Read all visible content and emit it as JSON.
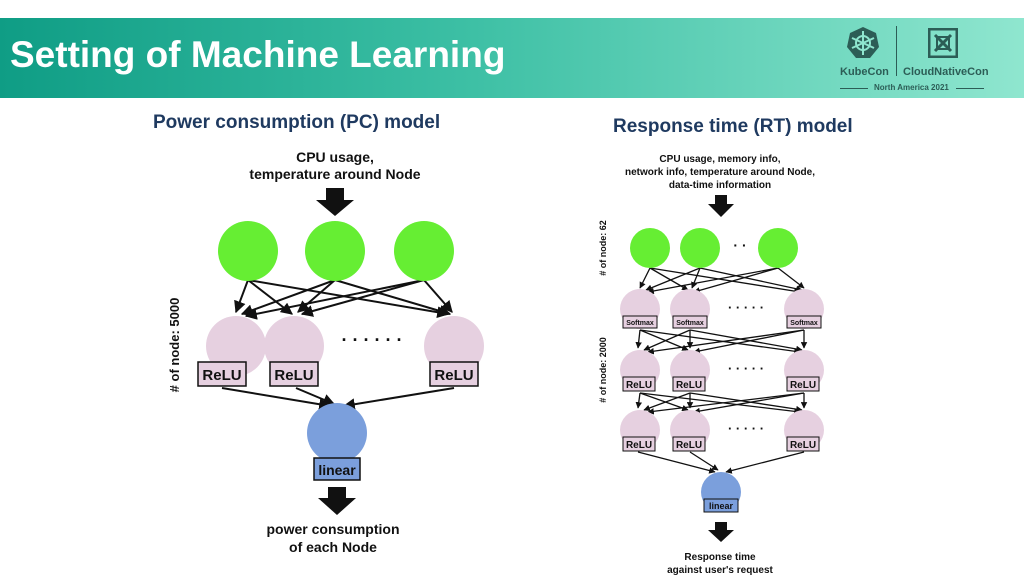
{
  "slide": {
    "title": "Setting of Machine Learning",
    "logo_kubecon": "KubeCon",
    "logo_cloudnativecon": "CloudNativeCon",
    "logo_event": "North America 2021"
  },
  "pc_model": {
    "title": "Power consumption (PC) model",
    "input_line1": "CPU usage,",
    "input_line2": "temperature around Node",
    "node_count_label": "# of node: 5000",
    "hidden_labels": [
      "ReLU",
      "ReLU",
      "ReLU"
    ],
    "ellipsis": "· · · · · ·",
    "output_label": "linear",
    "output_line1": "power consumption",
    "output_line2": "of each Node"
  },
  "rt_model": {
    "title": "Response time  (RT) model",
    "input_line1": "CPU usage, memory info,",
    "input_line2": "network info, temperature around Node,",
    "input_line3": "data-time information",
    "input_count_label": "# of node: 62",
    "hidden_count_label": "# of node: 2000",
    "input_ellipsis": "· ·",
    "layer_ellipsis": "· · · · ·",
    "layer1_labels": [
      "Softmax",
      "Softmax",
      "Softmax"
    ],
    "layer2_labels": [
      "ReLU",
      "ReLU",
      "ReLU"
    ],
    "layer3_labels": [
      "ReLU",
      "ReLU",
      "ReLU"
    ],
    "output_label": "linear",
    "output_line1": "Response time",
    "output_line2": "against user's request"
  },
  "colors": {
    "header_start": "#0f9d85",
    "header_end": "#8fe6cf",
    "input_node": "#66ee33",
    "hidden_node": "#e6d0e0",
    "output_node": "#7b9fdc",
    "panel_title": "#1f3a60"
  }
}
